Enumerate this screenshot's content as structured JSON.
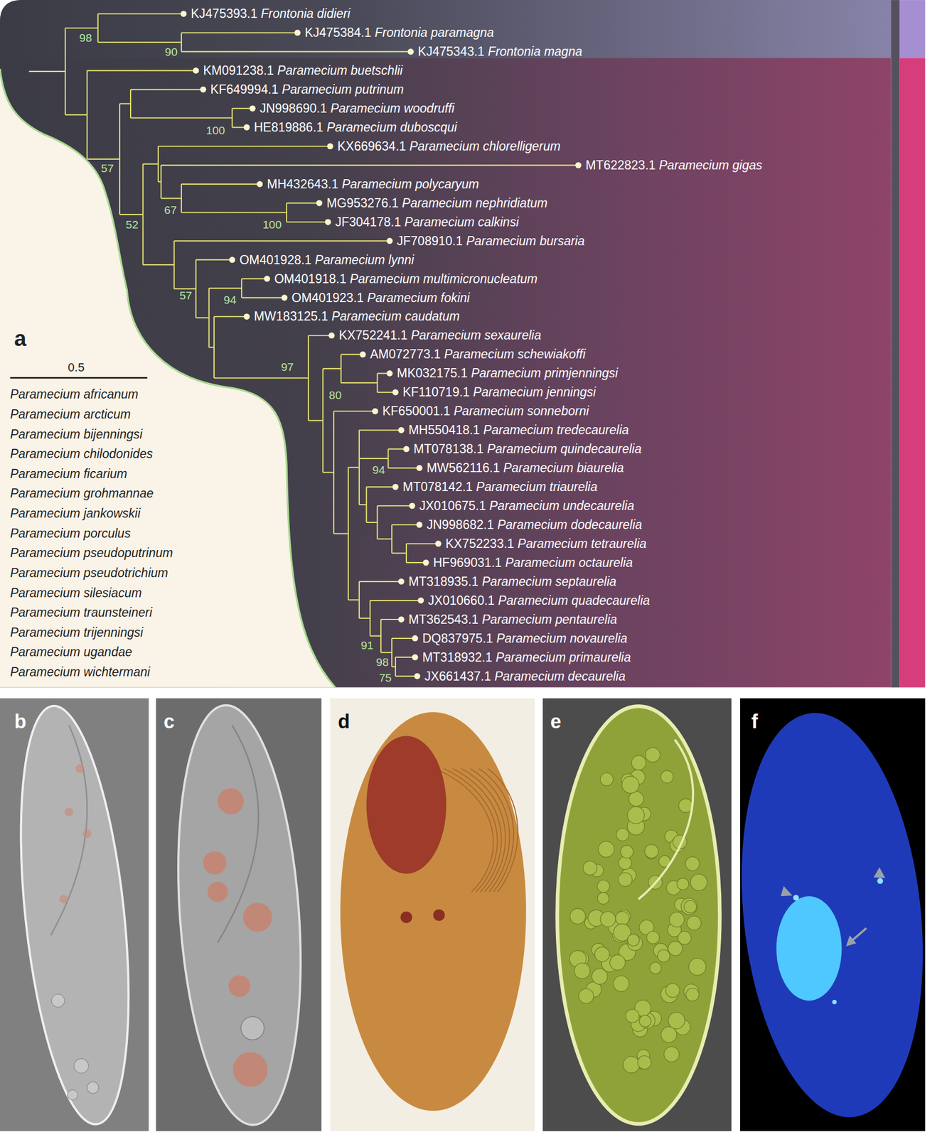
{
  "diagram": {
    "labels": [
      "a",
      "KJ475393.1",
      "Frontonia didieri",
      "KJ475384.1",
      "Frontonia paramagna",
      "KJ475343.1",
      "Frontonia magna",
      "KM091238.1",
      "Paramecium buetschlii",
      "KF649994.1",
      "Paramecium putrinum",
      "JN998690.1",
      "Paramecium woodruffi",
      "HE819886.1",
      "Paramecium duboscqui",
      "KX669634.1",
      "Paramecium chlorelligerum",
      "MT622823.1",
      "Paramecium gigas",
      "MH432643.1",
      "Paramecium polycaryum",
      "MG953276.1",
      "Paramecium nephridiatum",
      "JF304178.1",
      "Paramecium calkinsi",
      "JF708910.1",
      "Paramecium bursaria",
      "OM401928.1",
      "Paramecium lynni",
      "OM401918.1",
      "Paramecium multimicronucleatum",
      "OM401923.1",
      "Paramecium fokini",
      "MW183125.1",
      "Paramecium caudatum",
      "KX752241.1",
      "Paramecium sexaurelia",
      "AM072773.1",
      "Paramecium schewiakoffi",
      "MK032175.1",
      "Paramecium primjenningsi",
      "KF110719.1",
      "Paramecium jenningsi",
      "KF650001.1",
      "Paramecium sonneborni",
      "MH550418.1",
      "Paramecium tredecaurelia",
      "MT078138.1",
      "Paramecium quindecaurelia",
      "MW562116.1",
      "Paramecium biaurelia",
      "MT078142.1",
      "Paramecium triaurelia",
      "JX010675.1",
      "Paramecium undecaurelia",
      "JN998682.1",
      "Paramecium dodecaurelia",
      "KX752233.1",
      "Paramecium tetraurelia",
      "HF969031.1",
      "Paramecium octaurelia",
      "MT318935.1",
      "Paramecium septaurelia",
      "JX010660.1",
      "Paramecium quadecaurelia",
      "MT362543.1",
      "Paramecium pentaurelia",
      "DQ837975.1",
      "Paramecium novaurelia",
      "MT318932.1",
      "Paramecium primaurelia",
      "JX661437.1",
      "Paramecium decaurelia",
      "98",
      "90",
      "100",
      "57",
      "67",
      "52",
      "100",
      "57",
      "94",
      "97",
      "80",
      "94",
      "91",
      "98",
      "75",
      "0.5",
      "Paramecium africanum",
      "Paramecium arcticum",
      "Paramecium bijenningsi",
      "Paramecium chilodonides",
      "Paramecium ficarium",
      "Paramecium grohmannae",
      "Paramecium jankowskii",
      "Paramecium porculus",
      "Paramecium pseudoputrinum",
      "Paramecium pseudotrichium",
      "Paramecium silesiacum",
      "Paramecium traunsteineri",
      "Paramecium trijenningsi",
      "Paramecium ugandae",
      "Paramecium wichtermani",
      "b",
      "c",
      "d",
      "e",
      "f"
    ]
  }
}
